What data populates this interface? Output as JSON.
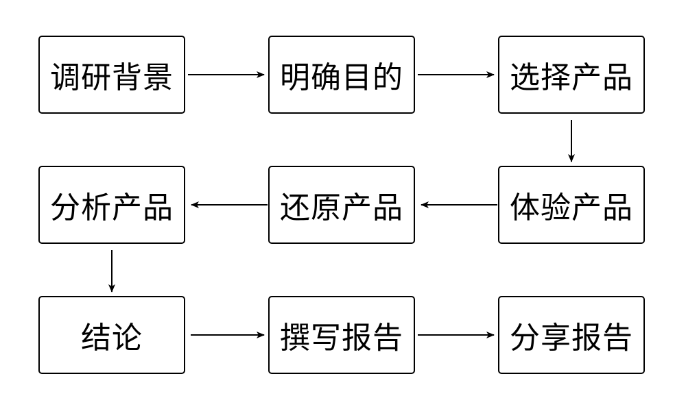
{
  "diagram": {
    "nodes": [
      {
        "id": "n1",
        "label": "调研背景"
      },
      {
        "id": "n2",
        "label": "明确目的"
      },
      {
        "id": "n3",
        "label": "选择产品"
      },
      {
        "id": "n4",
        "label": "分析产品"
      },
      {
        "id": "n5",
        "label": "还原产品"
      },
      {
        "id": "n6",
        "label": "体验产品"
      },
      {
        "id": "n7",
        "label": "结论"
      },
      {
        "id": "n8",
        "label": "撰写报告"
      },
      {
        "id": "n9",
        "label": "分享报告"
      }
    ],
    "edges": [
      {
        "from": "n1",
        "to": "n2"
      },
      {
        "from": "n2",
        "to": "n3"
      },
      {
        "from": "n3",
        "to": "n6"
      },
      {
        "from": "n6",
        "to": "n5"
      },
      {
        "from": "n5",
        "to": "n4"
      },
      {
        "from": "n4",
        "to": "n7"
      },
      {
        "from": "n7",
        "to": "n8"
      },
      {
        "from": "n8",
        "to": "n9"
      }
    ],
    "colors": {
      "stroke": "#000000",
      "fill": "#ffffff",
      "text": "#000000"
    }
  }
}
